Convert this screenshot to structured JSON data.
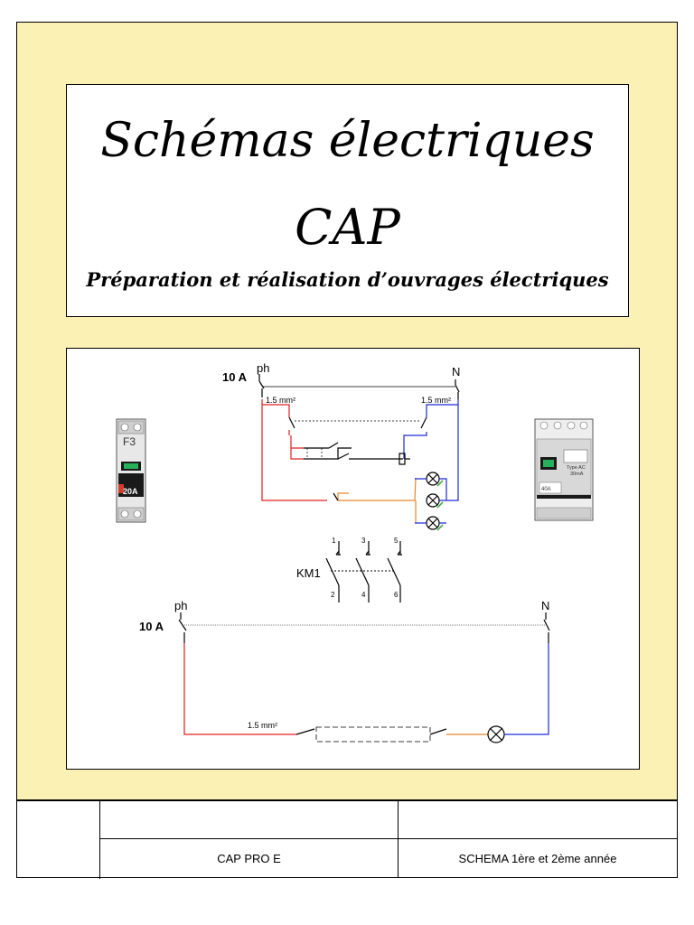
{
  "title": {
    "main": "Schémas électriques",
    "cap": "CAP",
    "subtitle": "Préparation et réalisation d’ouvrages électriques"
  },
  "diagram": {
    "top_circuit": {
      "rating": "10 A",
      "phase": "ph",
      "neutral": "N",
      "section_left": "1.5 mm²",
      "section_right": "1.5 mm²"
    },
    "breaker": {
      "label": "F3",
      "rating": "20A"
    },
    "differential": {
      "type_label": "Type AC",
      "sensitivity": "30mA",
      "rating": "40A"
    },
    "contactor": {
      "label": "KM1",
      "top_terminals": [
        "1",
        "3",
        "5"
      ],
      "bottom_terminals": [
        "2",
        "4",
        "6"
      ]
    },
    "bottom_circuit": {
      "rating": "10 A",
      "phase": "ph",
      "neutral": "N",
      "section": "1.5 mm²"
    },
    "colors": {
      "phase": "#e0201f",
      "neutral": "#1f2ad8",
      "return": "#e8862a"
    }
  },
  "footer": {
    "row1": [
      "",
      "",
      ""
    ],
    "row2": [
      "",
      "CAP PRO E",
      "SCHEMA 1ère et 2ème année"
    ]
  }
}
